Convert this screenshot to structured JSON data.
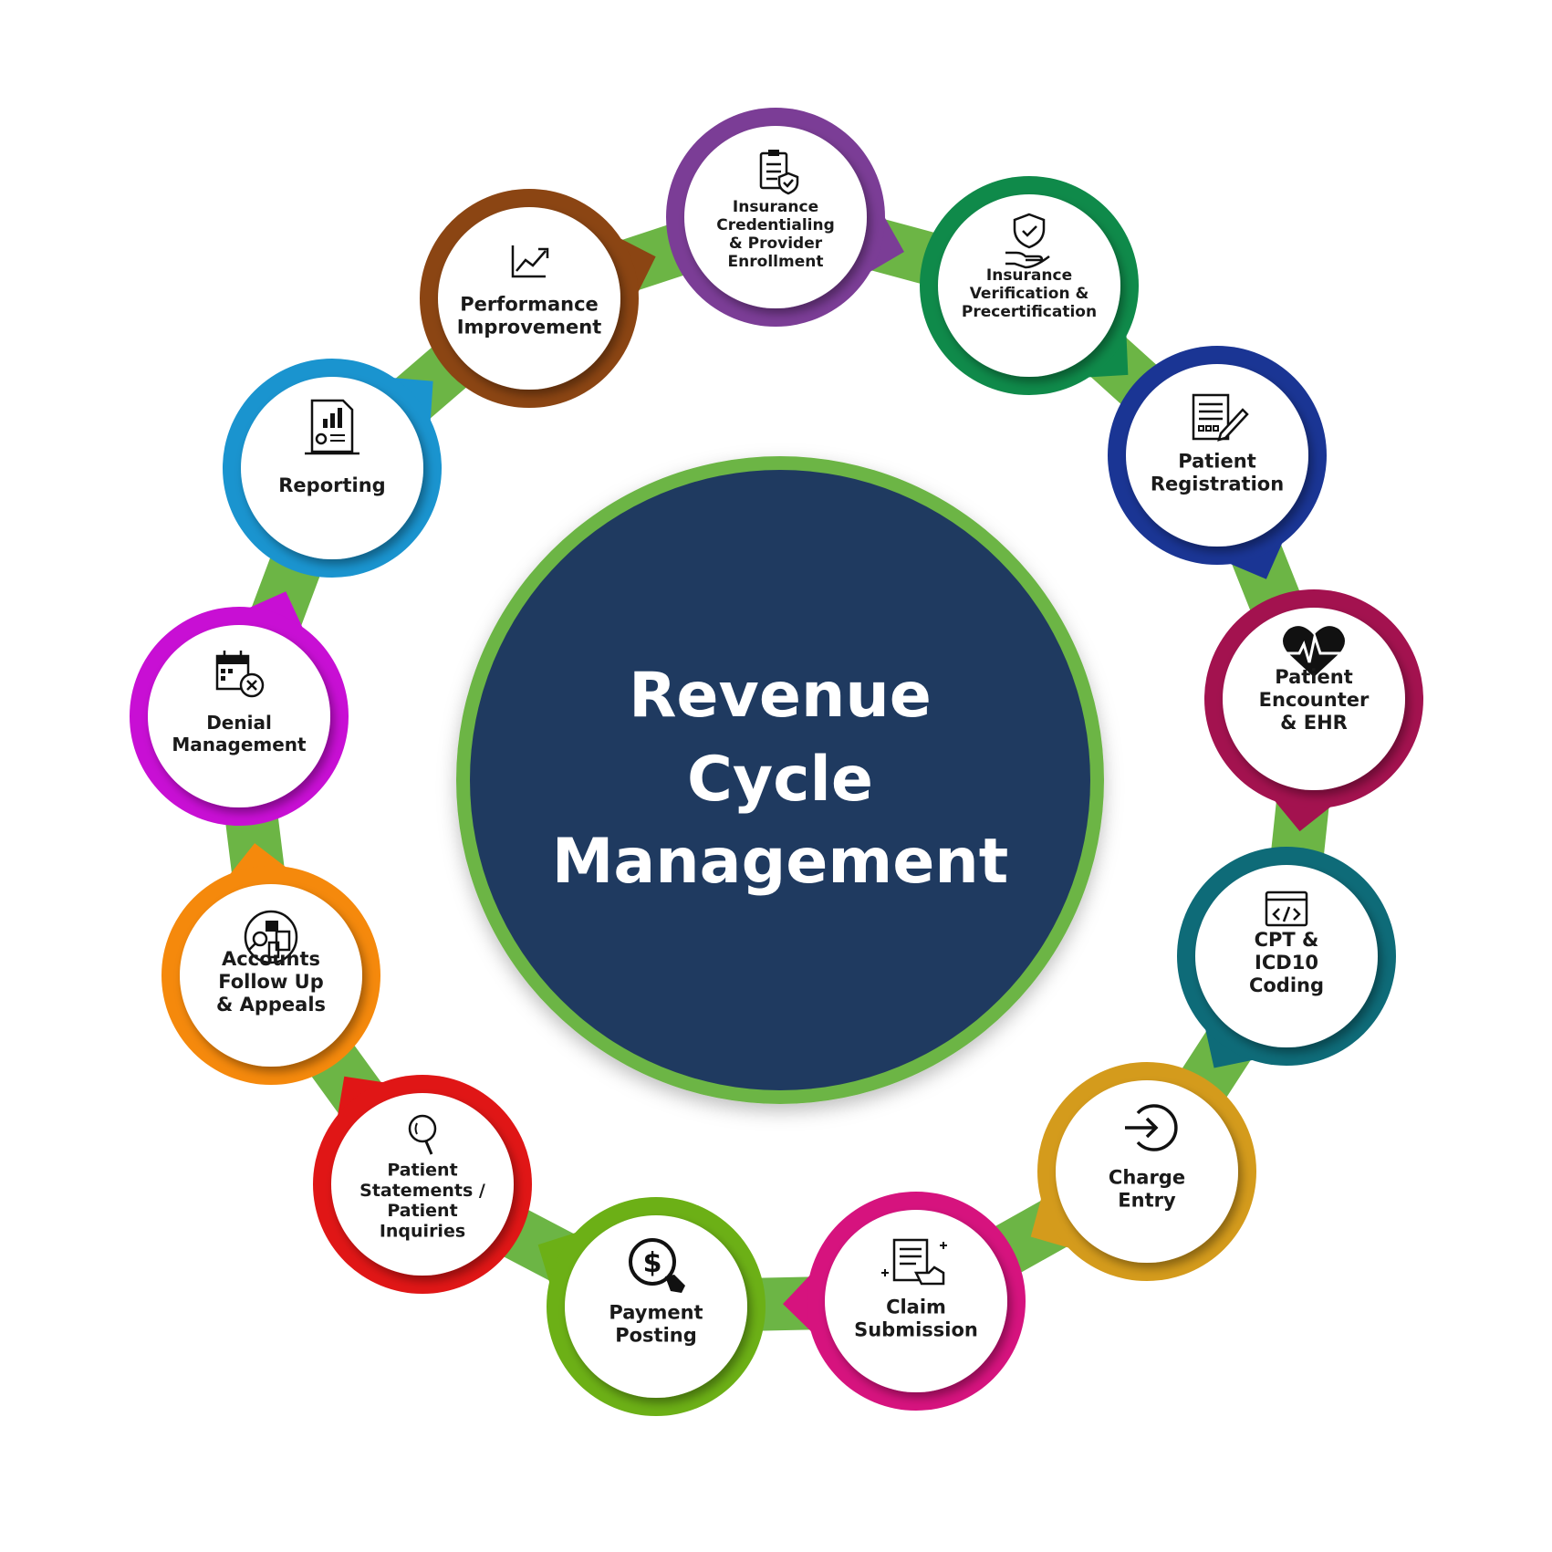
{
  "center": {
    "lines": [
      "Revenue",
      "Cycle",
      "Management"
    ],
    "fill_color": "#1f3a60",
    "ring_color": "#6cb545"
  },
  "connector_color": "#6cb545",
  "stages": [
    {
      "id": "insurance-credentialing",
      "lines": [
        "Insurance",
        "Credentialing",
        "& Provider",
        "Enrollment"
      ],
      "color": "#7b3d96",
      "icon": "clipboard-shield-icon"
    },
    {
      "id": "insurance-verification",
      "lines": [
        "Insurance",
        "Verification &",
        "Precertification"
      ],
      "color": "#0f8a4a",
      "icon": "hand-shield-icon"
    },
    {
      "id": "patient-registration",
      "lines": [
        "Patient",
        "Registration"
      ],
      "color": "#1a3594",
      "icon": "form-pen-icon"
    },
    {
      "id": "patient-encounter",
      "lines": [
        "Patient",
        "Encounter",
        "& EHR"
      ],
      "color": "#a3124f",
      "icon": "heart-pulse-icon"
    },
    {
      "id": "cpt-icd10-coding",
      "lines": [
        "CPT &",
        "ICD10",
        "Coding"
      ],
      "color": "#0e6b78",
      "icon": "code-window-icon"
    },
    {
      "id": "charge-entry",
      "lines": [
        "Charge",
        "Entry"
      ],
      "color": "#d49b1c",
      "icon": "enter-arrow-icon"
    },
    {
      "id": "claim-submission",
      "lines": [
        "Claim",
        "Submission"
      ],
      "color": "#d6137e",
      "icon": "claim-document-icon"
    },
    {
      "id": "payment-posting",
      "lines": [
        "Payment",
        "Posting"
      ],
      "color": "#6cb016",
      "icon": "dollar-click-icon"
    },
    {
      "id": "patient-statements",
      "lines": [
        "Patient",
        "Statements /",
        "Patient",
        "Inquiries"
      ],
      "color": "#e01616",
      "icon": "magnifier-icon"
    },
    {
      "id": "accounts-follow-up",
      "lines": [
        "Accounts",
        "Follow Up",
        "& Appeals"
      ],
      "color": "#f5890c",
      "icon": "search-documents-icon"
    },
    {
      "id": "denial-management",
      "lines": [
        "Denial",
        "Management"
      ],
      "color": "#c80fd4",
      "icon": "calendar-cross-icon"
    },
    {
      "id": "reporting",
      "lines": [
        "Reporting"
      ],
      "color": "#1a94cf",
      "icon": "report-chart-icon"
    },
    {
      "id": "performance-improvement",
      "lines": [
        "Performance",
        "Improvement"
      ],
      "color": "#8b4513",
      "icon": "trend-chart-icon"
    }
  ]
}
